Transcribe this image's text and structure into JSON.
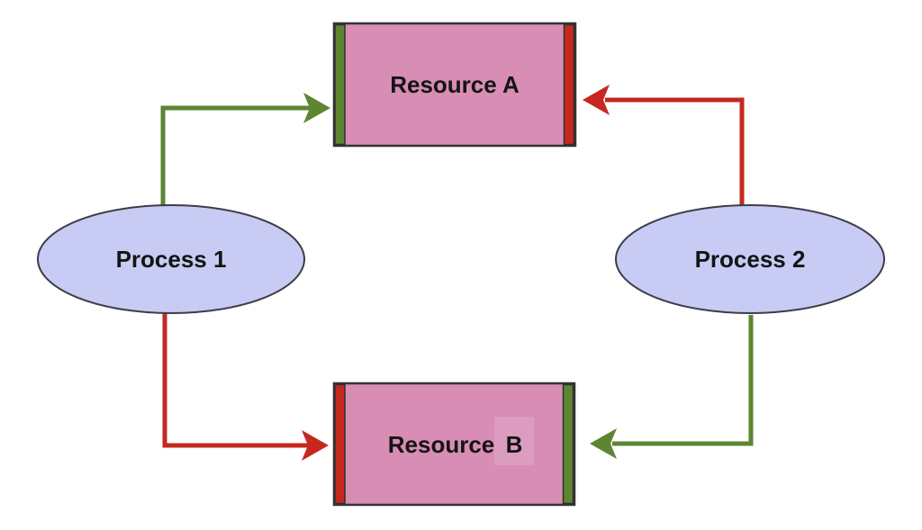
{
  "colors": {
    "background": "#ffffff",
    "green": "#5e8531",
    "red": "#c6281f",
    "resource_fill": "#d78db4",
    "resource_fill_highlight": "#db9cbf",
    "process_fill": "#c8cbf3",
    "border": "#333333",
    "text": "#141414"
  },
  "nodes": {
    "resource_a": {
      "label": "Resource A",
      "shape": "rectangle",
      "left_strip_color": "green",
      "right_strip_color": "red"
    },
    "resource_b": {
      "label_word": "Resource",
      "label_letter": "B",
      "shape": "rectangle",
      "left_strip_color": "red",
      "right_strip_color": "green"
    },
    "process_1": {
      "label": "Process 1",
      "shape": "ellipse"
    },
    "process_2": {
      "label": "Process 2",
      "shape": "ellipse"
    }
  },
  "edges": [
    {
      "from": "Process 1",
      "to": "Resource A",
      "color": "green",
      "route": "up-then-right"
    },
    {
      "from": "Process 2",
      "to": "Resource A",
      "color": "red",
      "route": "up-then-left"
    },
    {
      "from": "Process 1",
      "to": "Resource B",
      "color": "red",
      "route": "down-then-right"
    },
    {
      "from": "Process 2",
      "to": "Resource B",
      "color": "green",
      "route": "down-then-left"
    }
  ]
}
